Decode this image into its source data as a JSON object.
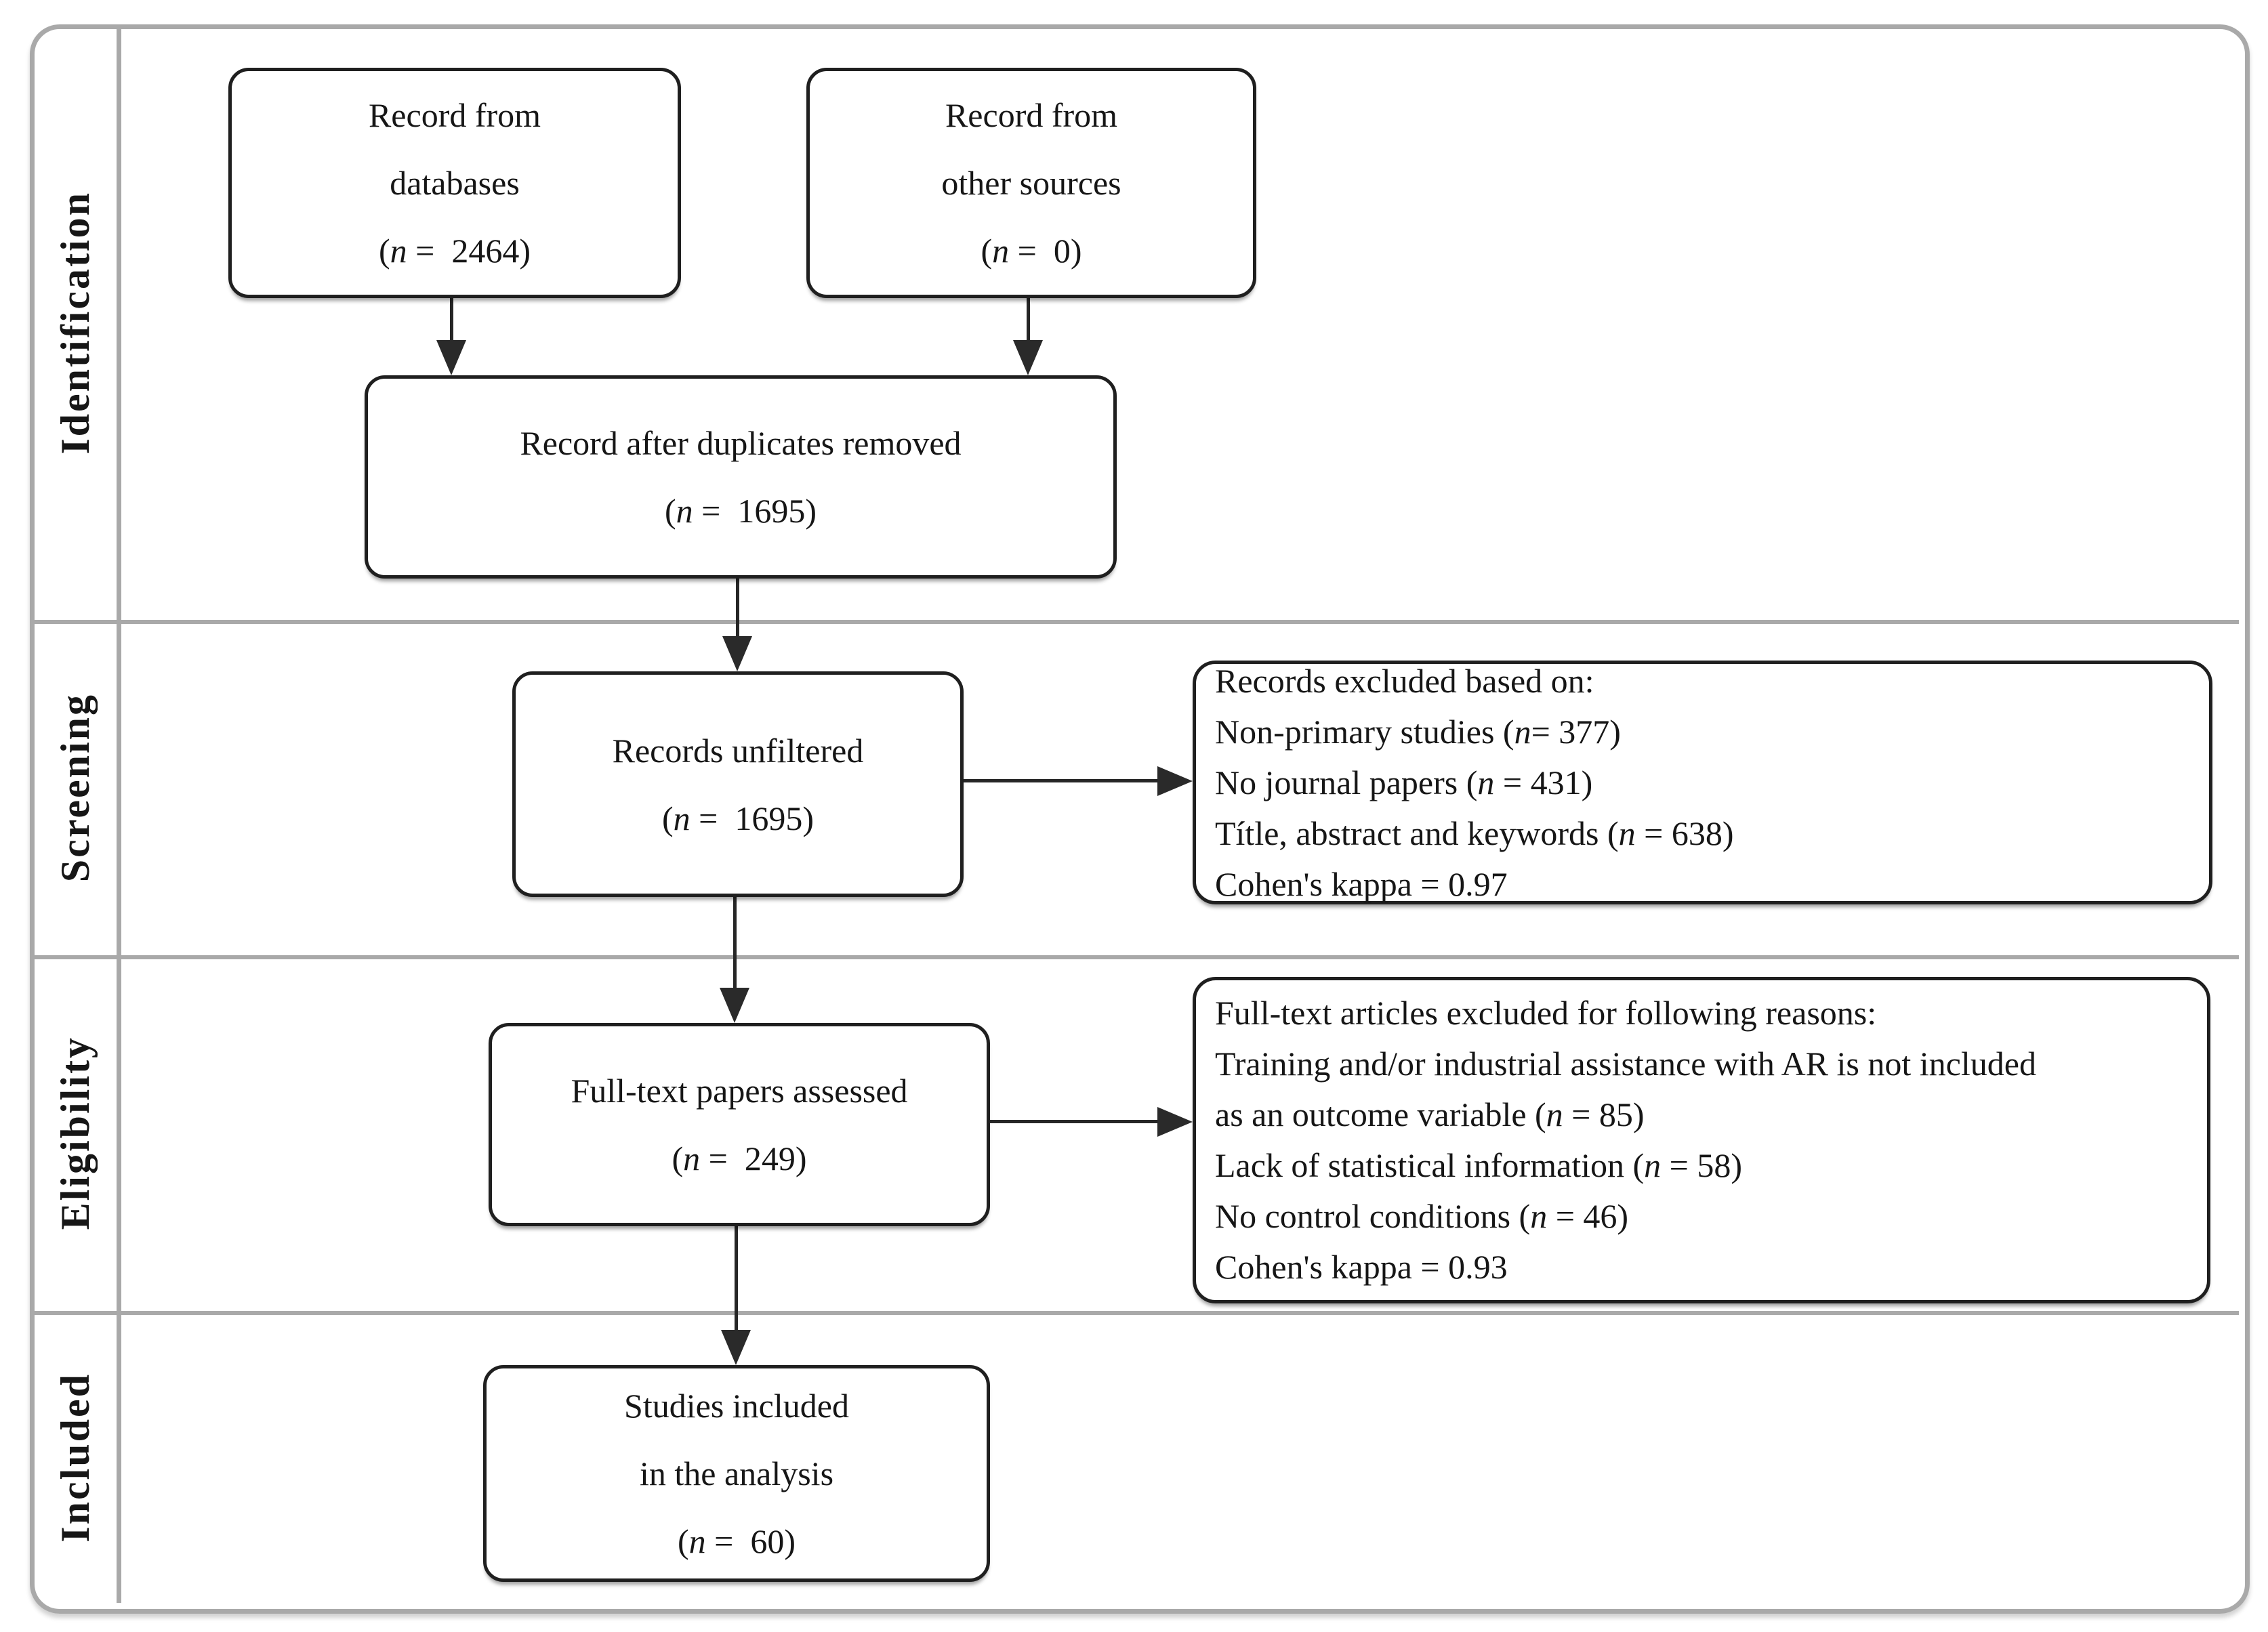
{
  "colors": {
    "frame_border": "#a9a9a9",
    "box_border": "#1f1f1f",
    "text": "#161616",
    "arrow": "#2a2a2a",
    "background": "#ffffff"
  },
  "sidebar": {
    "labels": [
      {
        "label": "Identification"
      },
      {
        "label": "Screening"
      },
      {
        "label": "Eligibility"
      },
      {
        "label": "Included"
      }
    ]
  },
  "flow": {
    "record_databases": {
      "lines": [
        [
          {
            "t": "Record from"
          }
        ],
        [
          {
            "t": "databases"
          }
        ],
        [
          {
            "t": "("
          },
          {
            "t": "n",
            "i": true
          },
          {
            "t": " =  2464)"
          }
        ]
      ]
    },
    "record_other_sources": {
      "lines": [
        [
          {
            "t": "Record from"
          }
        ],
        [
          {
            "t": "other sources"
          }
        ],
        [
          {
            "t": "("
          },
          {
            "t": "n",
            "i": true
          },
          {
            "t": " =  0)"
          }
        ]
      ]
    },
    "after_duplicates": {
      "lines": [
        [
          {
            "t": "Record after duplicates removed"
          }
        ],
        [
          {
            "t": "("
          },
          {
            "t": "n",
            "i": true
          },
          {
            "t": " =  1695)"
          }
        ]
      ]
    },
    "records_unfiltered": {
      "lines": [
        [
          {
            "t": "Records unfiltered"
          }
        ],
        [
          {
            "t": "("
          },
          {
            "t": "n",
            "i": true
          },
          {
            "t": " =  1695)"
          }
        ]
      ]
    },
    "fulltext_assessed": {
      "lines": [
        [
          {
            "t": "Full-text papers assessed"
          }
        ],
        [
          {
            "t": "("
          },
          {
            "t": "n",
            "i": true
          },
          {
            "t": " =  249)"
          }
        ]
      ]
    },
    "studies_included": {
      "lines": [
        [
          {
            "t": "Studies included"
          }
        ],
        [
          {
            "t": "in the analysis"
          }
        ],
        [
          {
            "t": "("
          },
          {
            "t": "n",
            "i": true
          },
          {
            "t": " =  60)"
          }
        ]
      ]
    }
  },
  "exclusions": {
    "screening": {
      "lines": [
        [
          {
            "t": "Records excluded based on:"
          }
        ],
        [
          {
            "t": "Non-primary studies ("
          },
          {
            "t": "n",
            "i": true
          },
          {
            "t": "= 377)"
          }
        ],
        [
          {
            "t": "No journal papers ("
          },
          {
            "t": "n",
            "i": true
          },
          {
            "t": " = 431)"
          }
        ],
        [
          {
            "t": "Títle, abstract and keywords ("
          },
          {
            "t": "n",
            "i": true
          },
          {
            "t": " = 638)"
          }
        ],
        [
          {
            "t": "Cohen's kappa = 0.97"
          }
        ]
      ]
    },
    "eligibility": {
      "lines": [
        [
          {
            "t": "Full-text articles excluded for following reasons:"
          }
        ],
        [
          {
            "t": "Training and/or industrial assistance with AR is not included"
          }
        ],
        [
          {
            "t": "as an outcome variable ("
          },
          {
            "t": "n",
            "i": true
          },
          {
            "t": " = 85)"
          }
        ],
        [
          {
            "t": "Lack of statistical information ("
          },
          {
            "t": "n",
            "i": true
          },
          {
            "t": " = 58)"
          }
        ],
        [
          {
            "t": "No control conditions ("
          },
          {
            "t": "n",
            "i": true
          },
          {
            "t": " = 46)"
          }
        ],
        [
          {
            "t": "Cohen's kappa = 0.93"
          }
        ]
      ]
    }
  }
}
